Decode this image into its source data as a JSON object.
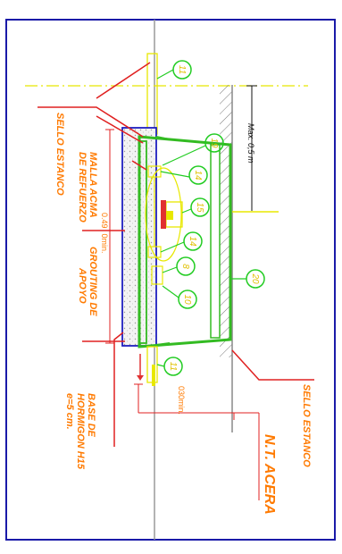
{
  "labels": {
    "sello_estanco_top": "SELLO ESTANCO",
    "malla_line1": "MALLA ACMA",
    "malla_line2": "DE REFUERZO",
    "grouting_line1": "GROUTING DE",
    "grouting_line2": "APOYO",
    "base_line1": "BASE DE",
    "base_line2": "HORMIGON H15",
    "base_line3": "e=5 cm.",
    "sello_estanco_bottom": "SELLO ESTANCO",
    "nt_acera": "N.T. ACERA"
  },
  "dimensions": {
    "max_depth": "Max. 0,5 m",
    "min_049": "0.49",
    "min_049_suffix": "0min.",
    "min_030": "030min."
  },
  "callouts": [
    "11",
    "19",
    "14",
    "15",
    "14",
    "8",
    "10",
    "11",
    "20"
  ],
  "colors": {
    "frame": "#1a1aa8",
    "label": "#ff7a00",
    "leader": "#e02020",
    "structure": "#33bb22",
    "callout": "#22cc22",
    "axis": "#e8e800",
    "concrete_box": "#1f1fc0",
    "ground": "#888888"
  }
}
